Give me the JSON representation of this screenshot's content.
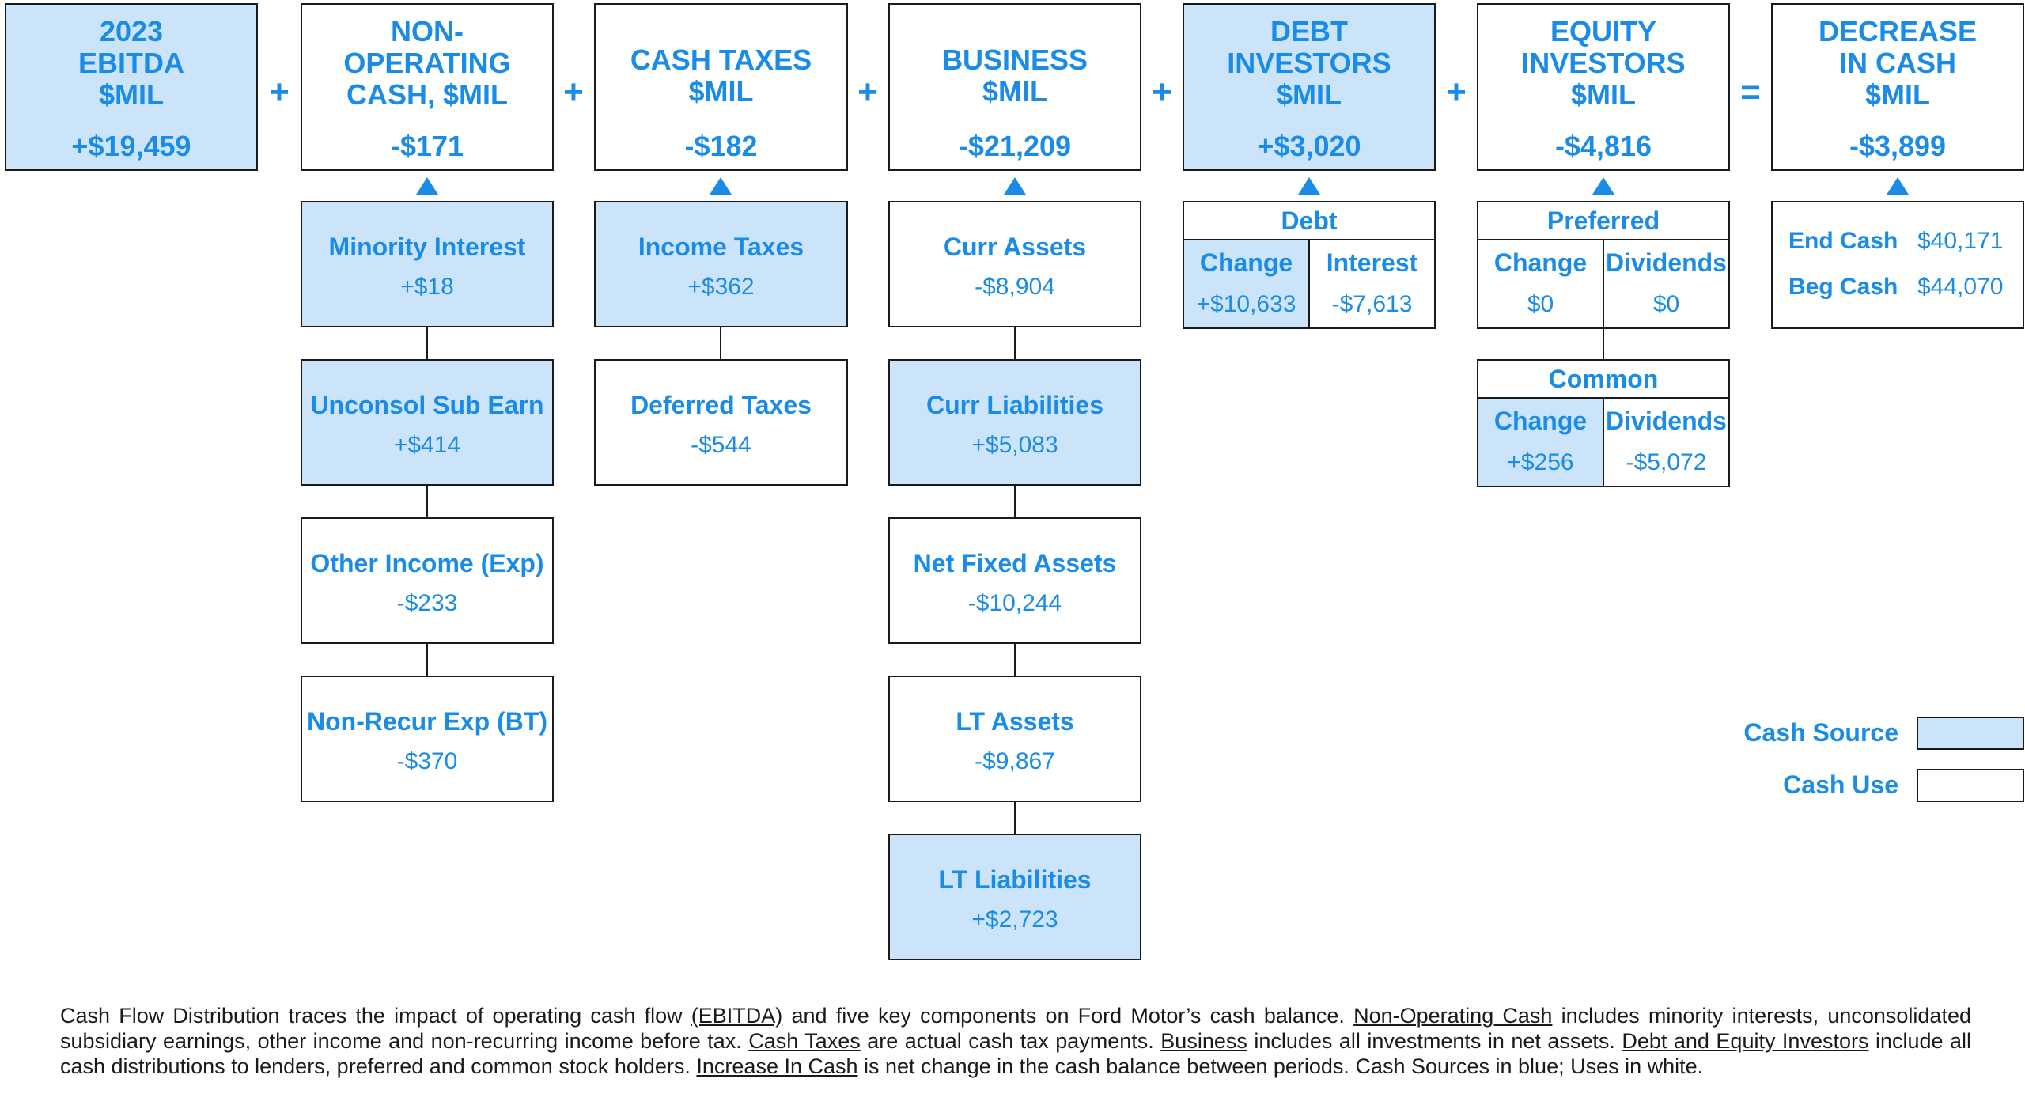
{
  "headers": [
    {
      "title": [
        "2023",
        "EBITDA",
        "$MIL"
      ],
      "value": "+$19,459"
    },
    {
      "title": [
        "NON-",
        "OPERATING",
        "CASH, $MIL"
      ],
      "value": "-$171"
    },
    {
      "title": [
        "CASH TAXES",
        "$MIL"
      ],
      "value": "-$182"
    },
    {
      "title": [
        "BUSINESS",
        "$MIL"
      ],
      "value": "-$21,209"
    },
    {
      "title": [
        "DEBT",
        "INVESTORS",
        "$MIL"
      ],
      "value": "+$3,020"
    },
    {
      "title": [
        "EQUITY",
        "INVESTORS",
        "$MIL"
      ],
      "value": "-$4,816"
    },
    {
      "title": [
        "DECREASE",
        "IN CASH",
        "$MIL"
      ],
      "value": "-$3,899"
    }
  ],
  "operators": [
    "+",
    "+",
    "+",
    "+",
    "+",
    "="
  ],
  "nonoperating": [
    {
      "label": "Minority Interest",
      "value": "+$18"
    },
    {
      "label": "Unconsol Sub Earn",
      "value": "+$414"
    },
    {
      "label": "Other Income (Exp)",
      "value": "-$233"
    },
    {
      "label": "Non-Recur Exp (BT)",
      "value": "-$370"
    }
  ],
  "taxes": [
    {
      "label": "Income Taxes",
      "value": "+$362"
    },
    {
      "label": "Deferred Taxes",
      "value": "-$544"
    }
  ],
  "business": [
    {
      "label": "Curr Assets",
      "value": "-$8,904"
    },
    {
      "label": "Curr Liabilities",
      "value": "+$5,083"
    },
    {
      "label": "Net Fixed Assets",
      "value": "-$10,244"
    },
    {
      "label": "LT Assets",
      "value": "-$9,867"
    },
    {
      "label": "LT Liabilities",
      "value": "+$2,723"
    }
  ],
  "debt": {
    "title": "Debt",
    "change_label": "Change",
    "change_value": "+$10,633",
    "interest_label": "Interest",
    "interest_value": "-$7,613"
  },
  "preferred": {
    "title": "Preferred",
    "change_label": "Change",
    "change_value": "$0",
    "dividends_label": "Dividends",
    "dividends_value": "$0"
  },
  "common": {
    "title": "Common",
    "change_label": "Change",
    "change_value": "+$256",
    "dividends_label": "Dividends",
    "dividends_value": "-$5,072"
  },
  "cash": {
    "end_label": "End Cash",
    "end_value": "$40,171",
    "beg_label": "Beg Cash",
    "beg_value": "$44,070"
  },
  "legend": {
    "source_label": "Cash Source",
    "use_label": "Cash Use",
    "source_color": "#cce4fa",
    "use_color": "#ffffff"
  },
  "note": {
    "p1": "Cash Flow Distribution traces the impact of operating cash flow ",
    "u1": "(EBITDA)",
    "p2": " and five key components on Ford Motor’s cash balance. ",
    "u2": "Non-Operating  Cash",
    "p3": " includes minority interests, unconsolidated subsidiary earnings, other income and non-recurring  income before tax. ",
    "u3": "Cash Taxes",
    "p4": " are actual cash tax payments. ",
    "u4": "Business",
    "p5": " includes all investments in net assets. ",
    "u5": "Debt and Equity Investors",
    "p6": " include all cash distributions to lenders, preferred and common stock holders. ",
    "u6": "Increase In Cash",
    "p7": " is net change in the cash balance between periods. Cash Sources in blue; Uses in white."
  }
}
